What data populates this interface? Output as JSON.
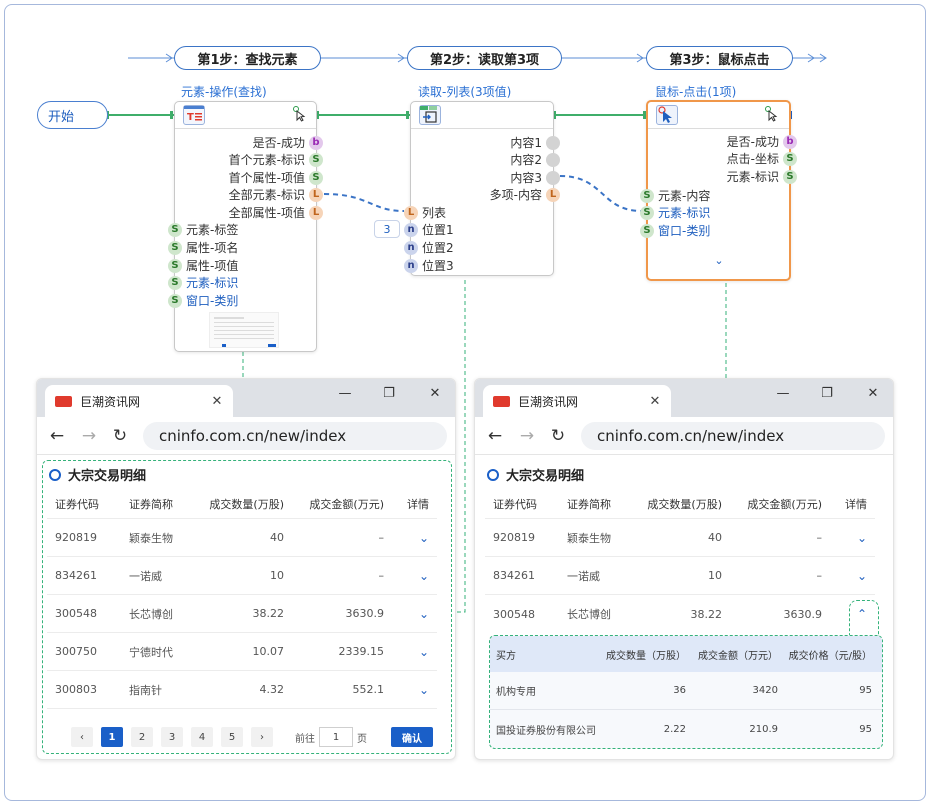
{
  "flow": {
    "start_label": "开始",
    "steps": [
      {
        "label": "第1步：查找元素"
      },
      {
        "label": "第2步：读取第3项"
      },
      {
        "label": "第3步：鼠标点击"
      }
    ],
    "nodes": {
      "find": {
        "title": "元素-操作(查找)",
        "outputs": [
          {
            "label": "是否-成功",
            "type": "b"
          },
          {
            "label": "首个元素-标识",
            "type": "S"
          },
          {
            "label": "首个属性-项值",
            "type": "S"
          },
          {
            "label": "全部元素-标识",
            "type": "L"
          },
          {
            "label": "全部属性-项值",
            "type": "L"
          }
        ],
        "inputs": [
          {
            "label": "元素-标签",
            "type": "S"
          },
          {
            "label": "属性-项名",
            "type": "S"
          },
          {
            "label": "属性-项值",
            "type": "S"
          },
          {
            "label": "元素-标识",
            "type": "S"
          },
          {
            "label": "窗口-类别",
            "type": "S"
          }
        ]
      },
      "read": {
        "title": "读取-列表(3项值)",
        "outputs": [
          {
            "label": "内容1",
            "type": ""
          },
          {
            "label": "内容2",
            "type": ""
          },
          {
            "label": "内容3",
            "type": ""
          },
          {
            "label": "多项-内容",
            "type": "L"
          }
        ],
        "inputs": [
          {
            "label": "列表",
            "type": "L"
          },
          {
            "label": "位置1",
            "type": "n"
          },
          {
            "label": "位置2",
            "type": "n"
          },
          {
            "label": "位置3",
            "type": "n"
          }
        ],
        "index_value": "3"
      },
      "click": {
        "title": "鼠标-点击(1项)",
        "outputs": [
          {
            "label": "是否-成功",
            "type": "b"
          },
          {
            "label": "点击-坐标",
            "type": "S"
          },
          {
            "label": "元素-标识",
            "type": "S"
          }
        ],
        "inputs": [
          {
            "label": "元素-内容",
            "type": "S"
          },
          {
            "label": "元素-标识",
            "type": "S"
          },
          {
            "label": "窗口-类别",
            "type": "S"
          }
        ],
        "expand_icon": "chevron-down-icon"
      }
    }
  },
  "browser_left": {
    "tab_title": "巨潮资讯网",
    "url": "cninfo.com.cn/new/index",
    "page_title": "大宗交易明细",
    "columns": [
      "证券代码",
      "证券简称",
      "成交数量(万股)",
      "成交金额(万元)",
      "详情"
    ],
    "rows": [
      [
        "920819",
        "颖泰生物",
        "40",
        "–"
      ],
      [
        "834261",
        "一诺威",
        "10",
        "–"
      ],
      [
        "300548",
        "长芯博创",
        "38.22",
        "3630.9"
      ],
      [
        "300750",
        "宁德时代",
        "10.07",
        "2339.15"
      ],
      [
        "300803",
        "指南针",
        "4.32",
        "552.1"
      ]
    ],
    "pagination": {
      "pages": [
        "1",
        "2",
        "3",
        "4",
        "5"
      ],
      "current": "1",
      "goto_prefix": "前往",
      "goto_value": "1",
      "goto_suffix": "页",
      "confirm_label": "确认"
    }
  },
  "browser_right": {
    "tab_title": "巨潮资讯网",
    "url": "cninfo.com.cn/new/index",
    "page_title": "大宗交易明细",
    "columns": [
      "证券代码",
      "证券简称",
      "成交数量(万股)",
      "成交金额(万元)",
      "详情"
    ],
    "rows": [
      [
        "920819",
        "颖泰生物",
        "40",
        "–"
      ],
      [
        "834261",
        "一诺威",
        "10",
        "–"
      ],
      [
        "300548",
        "长芯博创",
        "38.22",
        "3630.9"
      ]
    ],
    "detail": {
      "columns": [
        "买方",
        "成交数量（万股）",
        "成交金额（万元）",
        "成交价格（元/股）"
      ],
      "rows": [
        [
          "机构专用",
          "36",
          "3420",
          "95"
        ],
        [
          "国投证券股份有限公司",
          "2.22",
          "210.9",
          "95"
        ]
      ]
    }
  },
  "colors": {
    "accent_blue": "#1a5fc8",
    "connector_green": "#34b27a",
    "active_node_border": "#f0974a"
  }
}
